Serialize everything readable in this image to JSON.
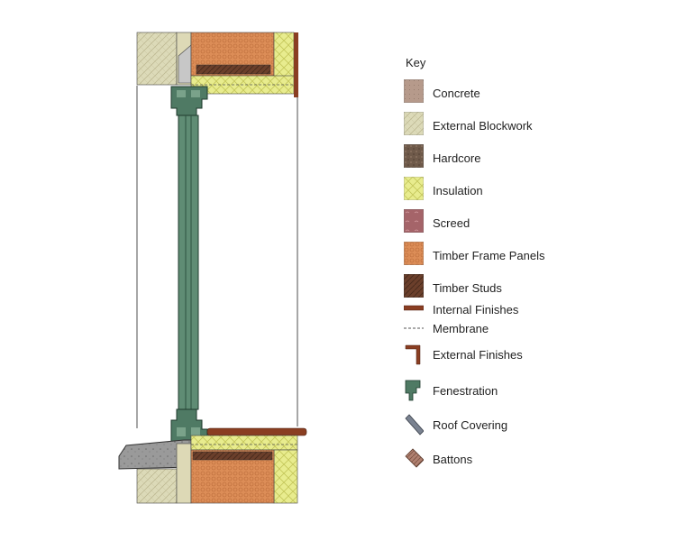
{
  "key": {
    "title": "Key",
    "items": [
      {
        "label": "Concrete",
        "color": "#b69a8b"
      },
      {
        "label": "External Blockwork",
        "color": "#d8d6b4"
      },
      {
        "label": "Hardcore",
        "color": "#6f5a4a"
      },
      {
        "label": "Insulation",
        "color": "#e6ea8c"
      },
      {
        "label": "Screed",
        "color": "#a26068"
      },
      {
        "label": "Timber Frame Panels",
        "color": "#d98a55"
      },
      {
        "label": "Timber Studs",
        "color": "#6a3e2a"
      },
      {
        "label": "Internal Finishes",
        "color": "#8a3e22"
      },
      {
        "label": "Membrane",
        "color": "#666666"
      },
      {
        "label": "External Finishes",
        "color": "#8a3e22"
      },
      {
        "label": "Fenestration",
        "color": "#4f7a64"
      },
      {
        "label": "Roof Covering",
        "color": "#7a8290"
      },
      {
        "label": "Battons",
        "color": "#9a6a5c"
      }
    ]
  }
}
